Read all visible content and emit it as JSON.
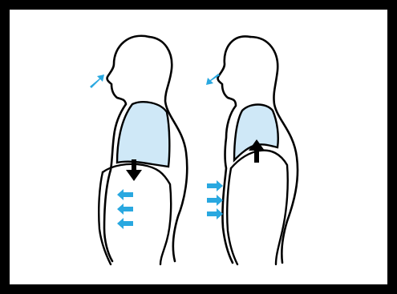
{
  "diagram": {
    "panels": [
      {
        "id": "inhale",
        "air_flow": "in",
        "diaphragm_motion": "down",
        "abdomen_motion": "out"
      },
      {
        "id": "exhale",
        "air_flow": "out",
        "diaphragm_motion": "up",
        "abdomen_motion": "in"
      }
    ],
    "colors": {
      "frame": "#000000",
      "background": "#ffffff",
      "outline": "#000000",
      "lung_fill": "#cfe8f7",
      "arrow_blue": "#29a8e0",
      "arrow_black": "#000000"
    },
    "icons": {
      "air_arrow": "air-flow-arrow-icon",
      "diaphragm_arrow": "diaphragm-arrow-icon",
      "abdomen_arrow": "abdomen-arrow-icon"
    }
  }
}
